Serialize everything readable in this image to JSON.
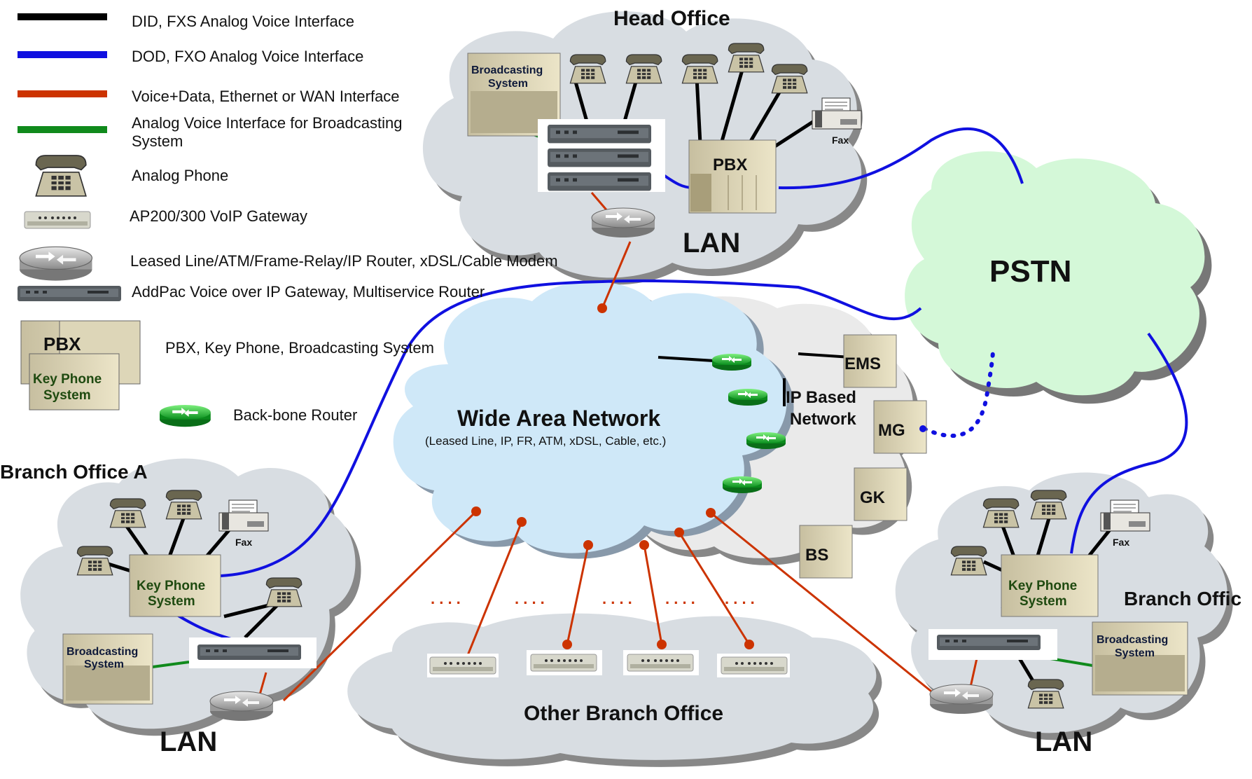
{
  "legend": [
    {
      "line_color": "#000000",
      "text": "DID, FXS Analog Voice Interface"
    },
    {
      "line_color": "#1010e0",
      "text": "DOD, FXO Analog Voice Interface"
    },
    {
      "line_color": "#cc3300",
      "text": "Voice+Data, Ethernet or WAN Interface"
    },
    {
      "line_color": "#108a1c",
      "text": "Analog Voice Interface for Broadcasting",
      "text2": "System"
    },
    {
      "icon": "analog-phone-icon",
      "text": "Analog Phone"
    },
    {
      "icon": "voip-gateway-icon",
      "text": "AP200/300 VoIP Gateway"
    },
    {
      "icon": "router-icon",
      "text": "Leased Line/ATM/Frame-Relay/IP Router, xDSL/Cable Modem"
    },
    {
      "icon": "multiservice-router-icon",
      "text": "AddPac Voice over IP Gateway, Multiservice Router"
    },
    {
      "icon": "pbx-keyphone-icon",
      "text": "PBX, Key Phone, Broadcasting System",
      "pbx": "PBX",
      "key_phone": "Key Phone",
      "system": "System"
    },
    {
      "icon": "backbone-router-icon",
      "text": "Back-bone Router"
    }
  ],
  "clouds": {
    "head_office": "Head Office",
    "branch_a": "Branch Office A",
    "branch_b": "Branch Offic",
    "wan": "Wide Area Network",
    "wan_sub": "(Leased Line, IP, FR, ATM, xDSL, Cable, etc.)",
    "ip_network_1": "IP Based",
    "ip_network_2": "Network",
    "pstn": "PSTN",
    "other_branch": "Other Branch Office",
    "lan": "LAN"
  },
  "devices": {
    "broadcasting_1": "Broadcasting",
    "broadcasting_2": "System",
    "pbx": "PBX",
    "key_phone_1": "Key Phone",
    "key_phone_2": "System",
    "fax": "Fax",
    "ems": "EMS",
    "mg": "MG",
    "gk": "GK",
    "bs": "BS",
    "ellipsis": ". . . ."
  },
  "colors": {
    "black_line": "#000000",
    "blue_line": "#1010e0",
    "red_line": "#cc3300",
    "green_line": "#108a1c",
    "cloud_gray": "#d8dde2",
    "cloud_wan": "#cfe8f8",
    "cloud_pstn": "#d4f8d8",
    "cloud_ip": "#eaeaea"
  }
}
